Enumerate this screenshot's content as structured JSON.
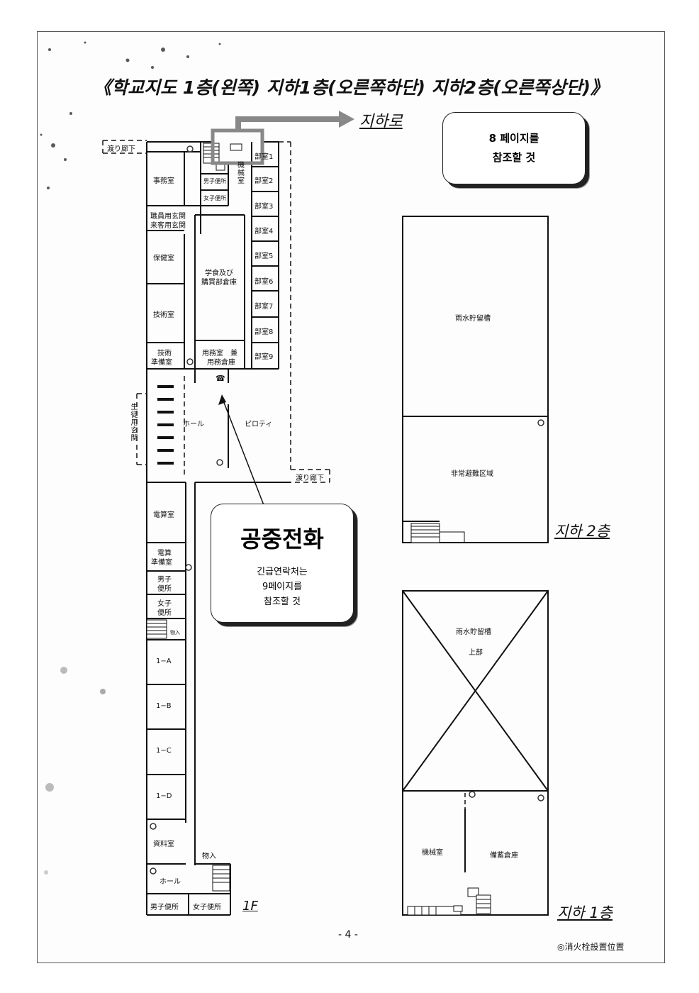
{
  "title": "《학교지도 1층(왼쪽) 지하1층(오른쪽하단) 지하2층(오른쪽상단)》",
  "arrow_label": "지하로",
  "note_box": {
    "line1": "8 페이지를",
    "line2": "참조할 것"
  },
  "phone_box": {
    "title": "공중전화",
    "line1": "긴급연락처는",
    "line2": "9페이지를",
    "line3": "참조할 것"
  },
  "floor1": {
    "label": "1F",
    "rooms": {
      "corridor_top": "渡り廊下",
      "office": "事務室",
      "machine_room": "機械室",
      "boys_toilet_small": "男子便所",
      "girls_toilet_small": "女子便所",
      "staff_entrance_1": "職員用玄関",
      "staff_entrance_2": "来客用玄関",
      "health_room": "保健室",
      "cafeteria_1": "学食及び",
      "cafeteria_2": "購買部倉庫",
      "tech_room": "技術室",
      "tech_prep_1": "技術",
      "tech_prep_2": "準備室",
      "utility_1": "用務室　兼",
      "utility_2": "用務倉庫",
      "club1": "部室1",
      "club2": "部室2",
      "club3": "部室3",
      "club4": "部室4",
      "club5": "部室5",
      "club6": "部室6",
      "club7": "部室7",
      "club8": "部室8",
      "club9": "部室9",
      "student_entrance": "生徒用玄関",
      "hall": "ホール",
      "piloti": "ピロティ",
      "corridor_right": "渡り廊下",
      "computer_room": "電算室",
      "computer_prep_1": "電算",
      "computer_prep_2": "準備室",
      "boys_toilet_1": "男子",
      "boys_toilet_2": "便所",
      "girls_toilet_1": "女子",
      "girls_toilet_2": "便所",
      "goods_small": "物入",
      "class_1a": "1−A",
      "class_1b": "1−B",
      "class_1c": "1−C",
      "class_1d": "1−D",
      "archive": "資料室",
      "goods": "物入",
      "hall_bottom": "ホール",
      "boys_toilet_bottom": "男子便所",
      "girls_toilet_bottom": "女子便所"
    }
  },
  "b2": {
    "label": "지하 2층",
    "rain_tank": "雨水貯留槽",
    "evac_area": "非常避難区域"
  },
  "b1": {
    "label": "지하 1층",
    "rain_tank_upper_1": "雨水貯留槽",
    "rain_tank_upper_2": "上部",
    "machine_room": "機械室",
    "storage": "備蓄倉庫"
  },
  "page_number": "- 4 -",
  "legend": "◎消火栓設置位置"
}
